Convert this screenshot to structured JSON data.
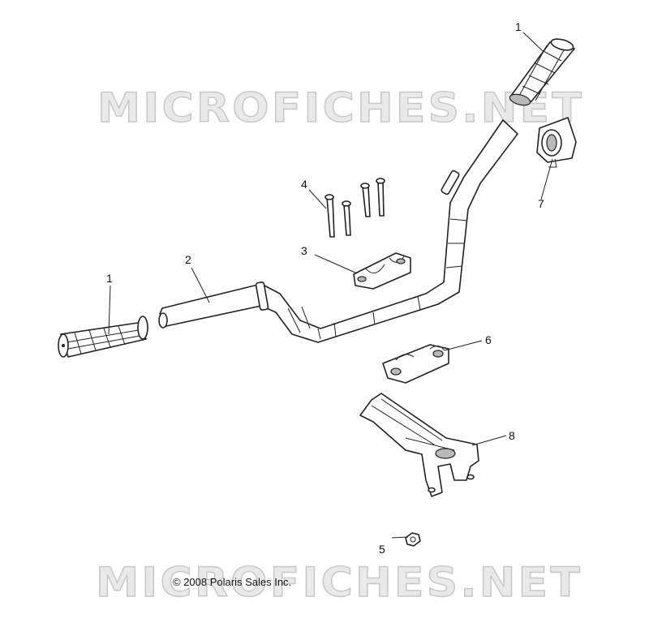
{
  "watermarks": [
    "MICROFICHES.NET",
    "MICROFICHES.NET"
  ],
  "copyright": "© 2008 Polaris Sales Inc.",
  "callouts": [
    {
      "id": "grip-right",
      "label": "1"
    },
    {
      "id": "grip-left",
      "label": "1"
    },
    {
      "id": "handlebar",
      "label": "2"
    },
    {
      "id": "upper-clamp",
      "label": "3"
    },
    {
      "id": "bolts",
      "label": "4"
    },
    {
      "id": "nut",
      "label": "5"
    },
    {
      "id": "lower-clamp",
      "label": "6"
    },
    {
      "id": "throttle-housing",
      "label": "7"
    },
    {
      "id": "mount-bracket",
      "label": "8"
    }
  ]
}
